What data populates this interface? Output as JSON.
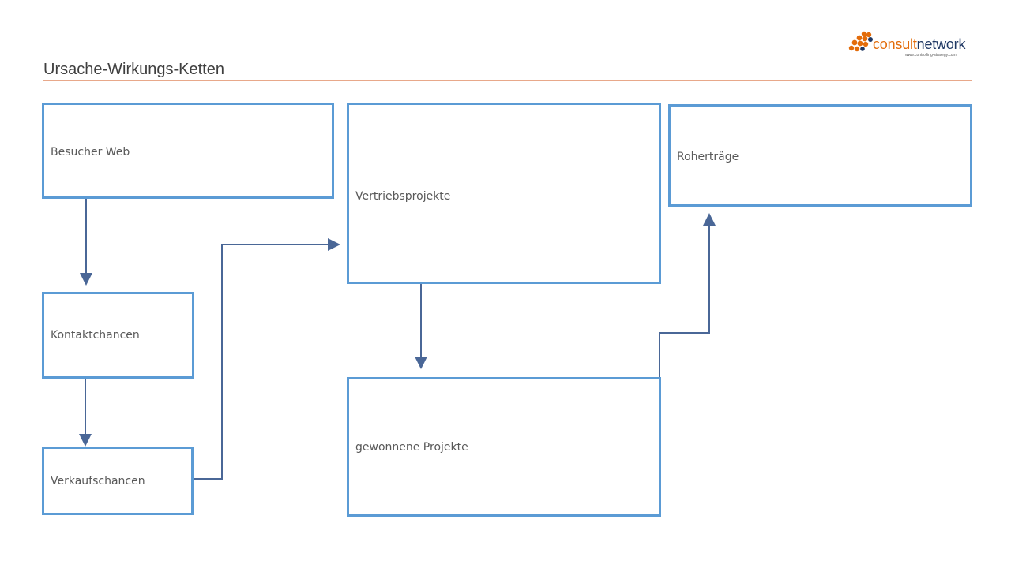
{
  "slide": {
    "title": "Ursache-Wirkungs-Ketten"
  },
  "logo": {
    "word_part1": "consult",
    "word_part2": "network",
    "url": "www.controlling-strategy.com"
  },
  "colors": {
    "box_border": "#5b9bd5",
    "connector": "#4a6797",
    "title_rule": "#e8a88a",
    "logo_orange": "#e36c0a",
    "logo_navy": "#1f3864"
  },
  "boxes": {
    "besucher": "Besucher Web",
    "kontakt": "Kontaktchancen",
    "verkauf": "Verkaufschancen",
    "vertrieb": "Vertriebsprojekte",
    "gewonnen": "gewonnene Projekte",
    "roher": "Roherträge"
  },
  "connections": [
    {
      "from": "Besucher Web",
      "to": "Kontaktchancen"
    },
    {
      "from": "Kontaktchancen",
      "to": "Verkaufschancen"
    },
    {
      "from": "Verkaufschancen",
      "to": "Vertriebsprojekte"
    },
    {
      "from": "Vertriebsprojekte",
      "to": "gewonnene Projekte"
    },
    {
      "from": "gewonnene Projekte",
      "to": "Roherträge"
    }
  ]
}
